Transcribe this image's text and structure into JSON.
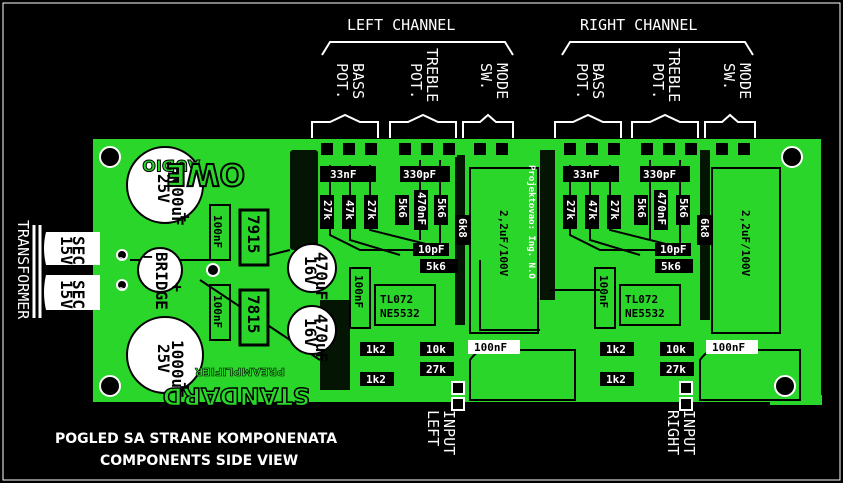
{
  "labels": {
    "left_channel": "LEFT CHANNEL",
    "right_channel": "RIGHT CHANNEL",
    "bass_pot": [
      "BASS",
      "POT."
    ],
    "treble_pot": [
      "TREBLE",
      "POT."
    ],
    "mode_sw": [
      "MODE",
      "SW."
    ],
    "transformer": "TRANSFORMER",
    "sec_top": [
      "SEC.",
      "15V"
    ],
    "sec_bot": [
      "SEC.",
      "15V"
    ],
    "input_left": [
      "INPUT",
      "LEFT"
    ],
    "input_right": [
      "INPUT",
      "RIGHT"
    ],
    "caption_1": "POGLED SA STRANE KOMPONENATA",
    "caption_2": "COMPONENTS SIDE VIEW"
  },
  "board": {
    "logo": "OWE",
    "logo_sub": "AUDIO",
    "title": "STANDARD",
    "subtitle": "PREAMPLIFIER",
    "ic_reg1": "7915",
    "ic_reg2": "7815",
    "bridge": "BRIDGE",
    "cap_main": [
      "1000uF",
      "25V"
    ],
    "cap_470": [
      "470uF",
      "16V"
    ],
    "cap_100nF": "100nF",
    "opamp": [
      "TL072",
      "NE5532"
    ],
    "c_33nF": "33nF",
    "c_330pF": "330pF",
    "c_10pF": "10pF",
    "c_2u2": "2,2uF/100V",
    "r_27k": "27k",
    "r_47k": "47k",
    "r_5k6": "5k6",
    "r_6k8": "6k8",
    "r_1k2": "1k2",
    "r_10k": "10k",
    "c_470nF": "470nF",
    "designer_note": "Projektovao: Ing. N.O"
  },
  "colors": {
    "background": "#000000",
    "copper": "#2bd62b",
    "silk": "#ffffff"
  }
}
